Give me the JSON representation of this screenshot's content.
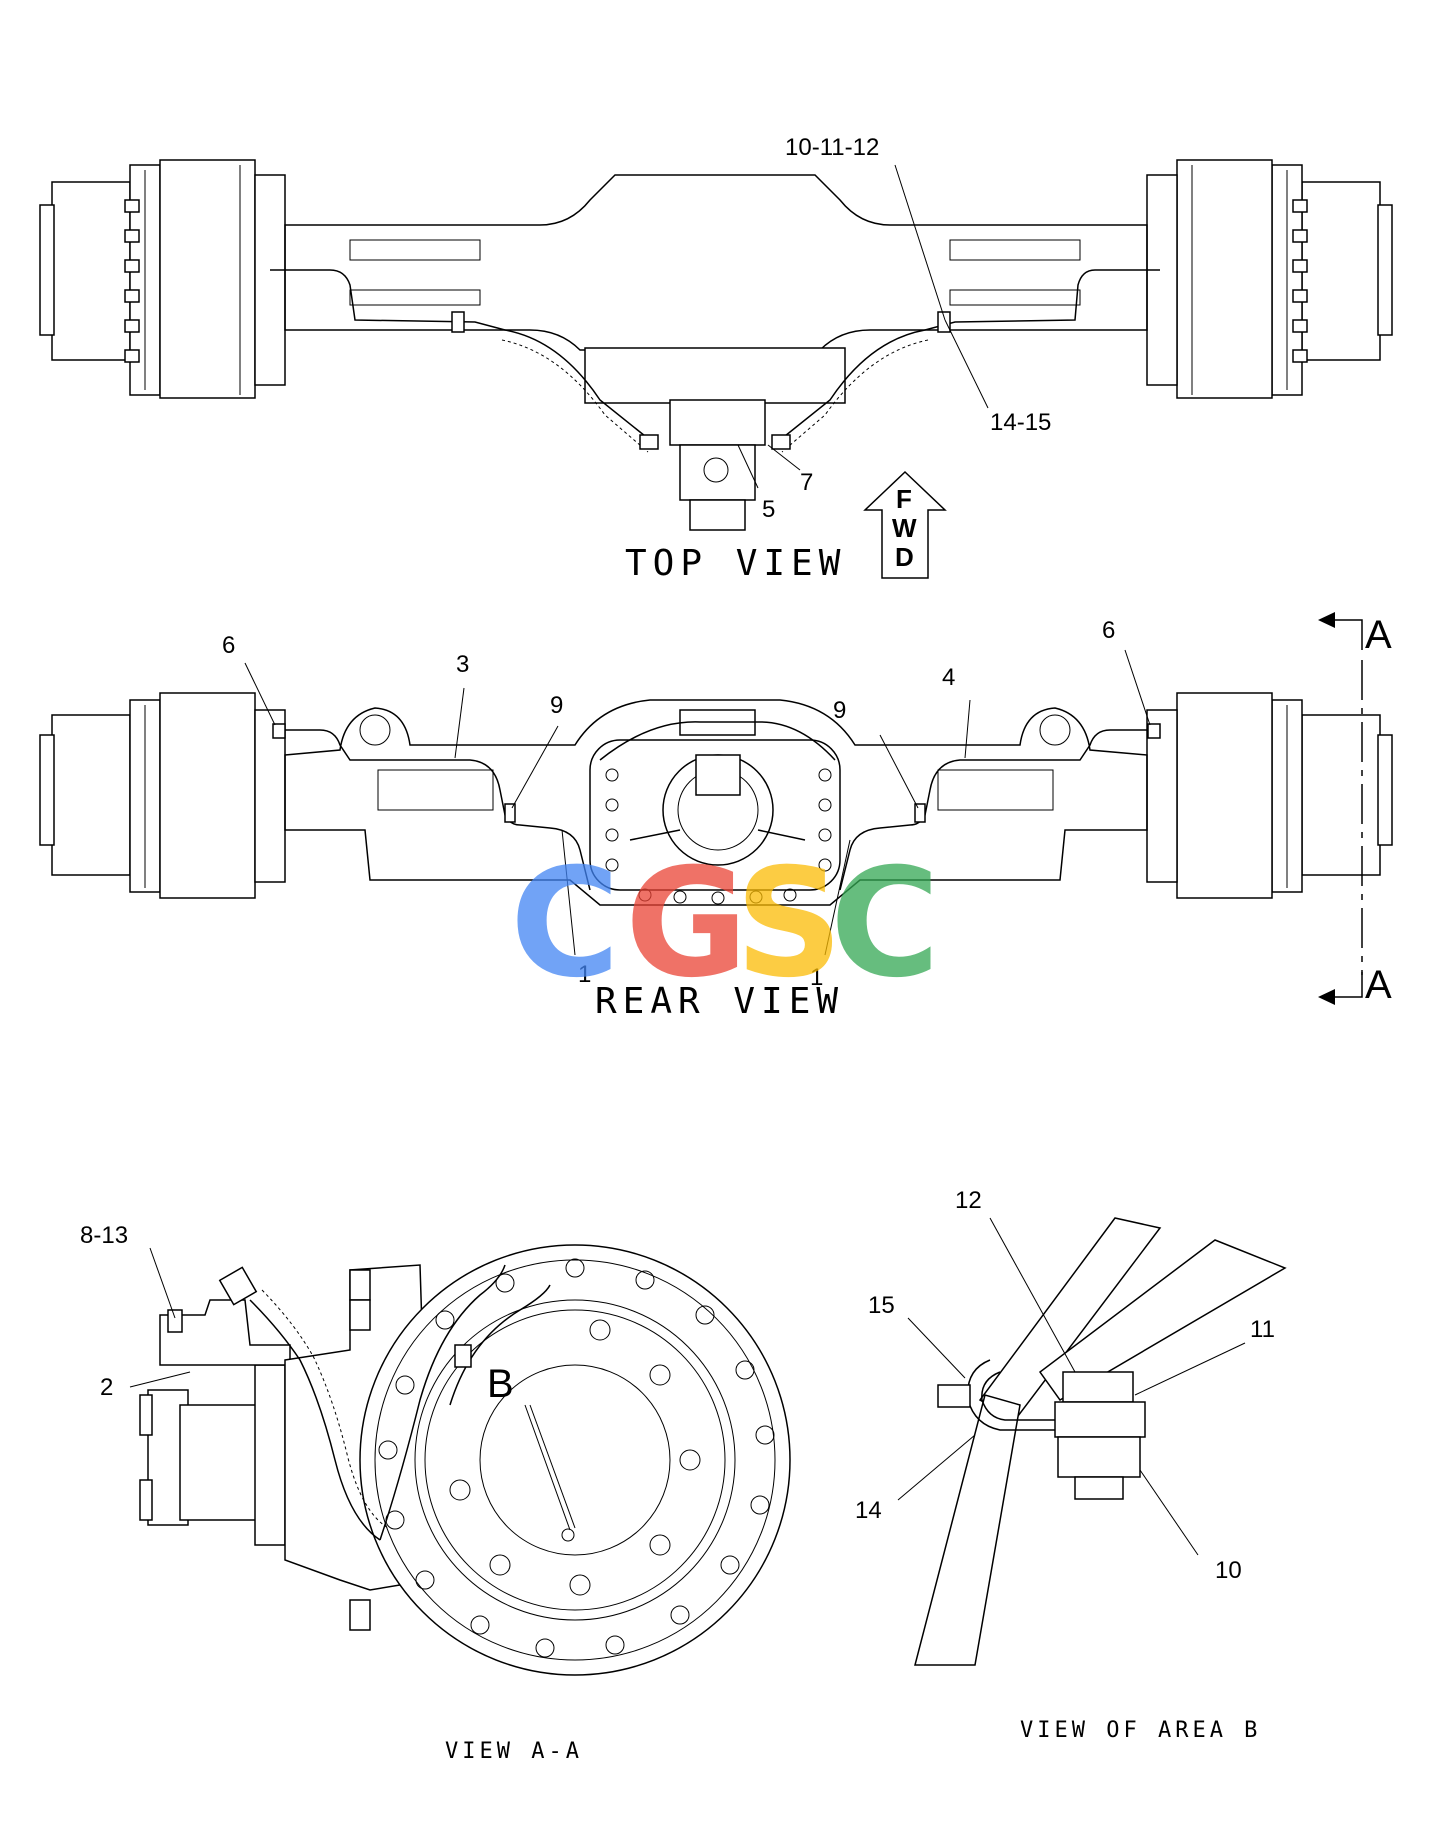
{
  "views": {
    "top": {
      "title": "TOP VIEW"
    },
    "rear": {
      "title": "REAR VIEW"
    },
    "section_aa": {
      "title": "VIEW A-A"
    },
    "area_b": {
      "title": "VIEW OF AREA B"
    }
  },
  "fwd_arrow": {
    "letters": [
      "F",
      "W",
      "D"
    ]
  },
  "section_marks": {
    "top": "A",
    "bottom": "A",
    "detail": "B"
  },
  "callouts": {
    "top_10_11_12": "10-11-12",
    "top_14_15": "14-15",
    "top_5": "5",
    "top_7": "7",
    "rear_6_left": "6",
    "rear_6_right": "6",
    "rear_3": "3",
    "rear_4": "4",
    "rear_9_left": "9",
    "rear_9_right": "9",
    "rear_1_left": "1",
    "rear_1_right": "1",
    "aa_8_13": "8-13",
    "aa_2": "2",
    "b_12": "12",
    "b_11": "11",
    "b_15": "15",
    "b_14": "14",
    "b_10": "10"
  },
  "watermark": {
    "letters": [
      "C",
      "G",
      "S",
      "C"
    ],
    "colors": [
      "#4285f4",
      "#ea4335",
      "#fbbc05",
      "#34a853"
    ]
  }
}
